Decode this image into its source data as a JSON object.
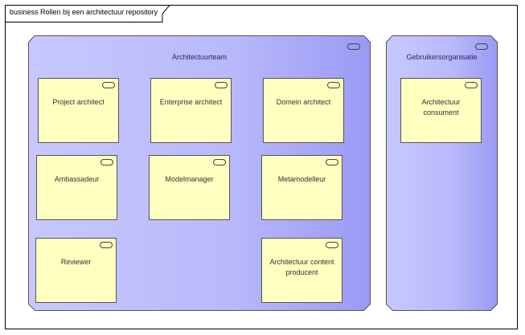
{
  "diagram": {
    "title": "business Rollen bij een architectuur repository",
    "groups": [
      {
        "name": "Architectuurteam",
        "roles": [
          "Project architect",
          "Enterprise architect",
          "Domein architect",
          "Ambassadeur",
          "Modelmanager",
          "Metamodelleur",
          "Reviewer",
          "Architectuur content producent"
        ]
      },
      {
        "name": "Gebruikersorganisatie",
        "roles": [
          "Architectuur consument"
        ]
      }
    ],
    "colors": {
      "group_fill_light": "#c8c8ff",
      "group_fill_dark": "#9a9af5",
      "role_fill": "#ffffc0",
      "border": "#555555"
    }
  }
}
